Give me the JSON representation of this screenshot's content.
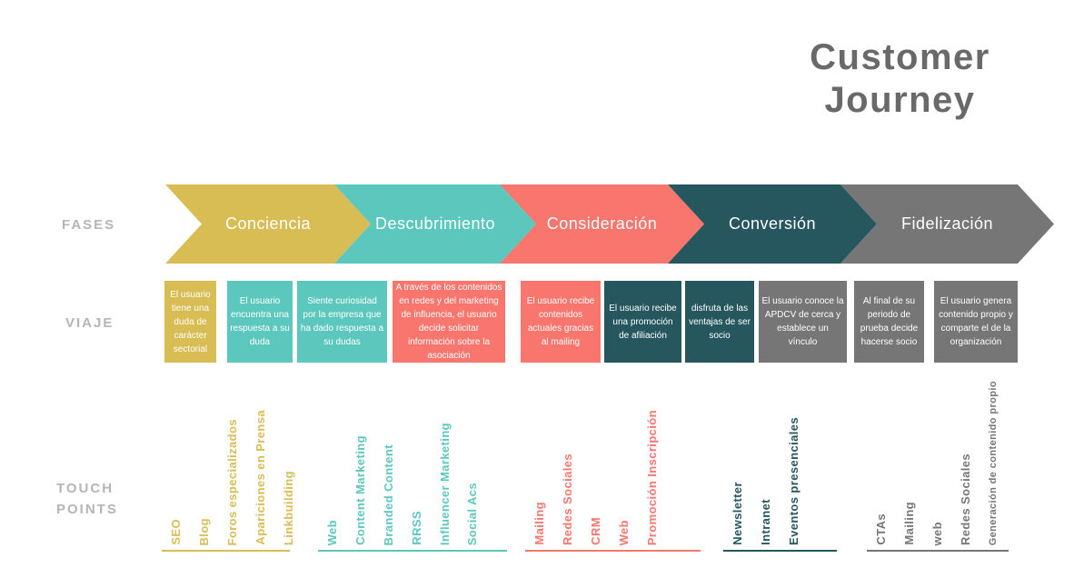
{
  "title": "Customer\nJourney",
  "row_labels": {
    "fases": "FASES",
    "viaje": "VIAJE",
    "touch_points": "TOUCH\nPOINTS"
  },
  "colors": {
    "yellow": "#d8bd55",
    "teal": "#5cc8bd",
    "coral": "#f9766e",
    "dark_teal": "#26575f",
    "gray": "#767676",
    "label_gray": "#b5b5b5",
    "title_gray": "#696969"
  },
  "phases": [
    {
      "label": "Conciencia",
      "color_key": "yellow"
    },
    {
      "label": "Descubrimiento",
      "color_key": "teal"
    },
    {
      "label": "Consideración",
      "color_key": "coral"
    },
    {
      "label": "Conversión",
      "color_key": "dark_teal"
    },
    {
      "label": "Fidelización",
      "color_key": "gray"
    }
  ],
  "journey_boxes": [
    {
      "text": "El usuario tiene una duda de carácter sectorial",
      "color_key": "yellow"
    },
    {
      "text": "El usuario encuentra una respuesta a su duda",
      "color_key": "teal"
    },
    {
      "text": "Siente curiosidad por  la empresa que ha dado respuesta a su dudas",
      "color_key": "teal"
    },
    {
      "text": "A través de los contenidos en redes y del marketing de influencia, el usuario decide solicitar información sobre la asociación",
      "color_key": "coral"
    },
    {
      "text": "El usuario recibe contenidos actuales gracias al mailing",
      "color_key": "coral"
    },
    {
      "text": "El usuario recibe una promoción de afiliación",
      "color_key": "dark_teal"
    },
    {
      "text": "disfruta de las ventajas de ser socio",
      "color_key": "dark_teal"
    },
    {
      "text": "El usuario conoce la APDCV de cerca y establece un vínculo",
      "color_key": "gray"
    },
    {
      "text": "Al final de su periodo de prueba decide hacerse socio",
      "color_key": "gray"
    },
    {
      "text": "El usuario genera contenido propio y comparte el de la organización",
      "color_key": "gray"
    }
  ],
  "touchpoint_groups": [
    {
      "color_key": "yellow",
      "items": [
        "SEO",
        "Blog",
        "Foros especializados",
        "Apariciones en Prensa",
        "Linkbuilding"
      ]
    },
    {
      "color_key": "teal",
      "items": [
        "Web",
        "Content Marketing",
        "Branded Content",
        "RRSS",
        "Influencer Marketing",
        "Social Acs"
      ]
    },
    {
      "color_key": "coral",
      "items": [
        "Mailing",
        "Redes Sociales",
        "CRM",
        "Web",
        "Promoción Inscripción"
      ]
    },
    {
      "color_key": "dark_teal",
      "items": [
        "Newsletter",
        "Intranet",
        "Eventos presenciales"
      ]
    },
    {
      "color_key": "gray",
      "items": [
        "CTAs",
        "Mailing",
        "web",
        "Redes Sociales",
        "Generación de contenido propio"
      ]
    }
  ]
}
